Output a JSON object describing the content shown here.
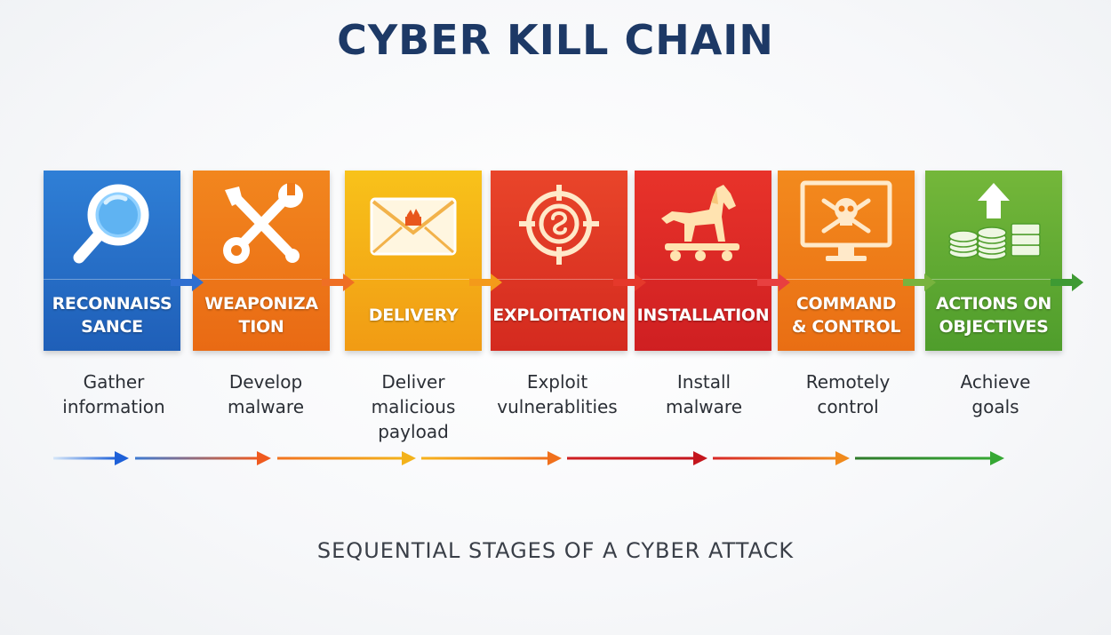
{
  "title": "CYBER KILL CHAIN",
  "subtitle": "SEQUENTIAL STAGES OF A CYBER ATTACK",
  "stages": [
    {
      "label": "RECONNAISS\nSANCE",
      "description": "Gather\ninformation",
      "icon": "magnifier-icon",
      "color_top": "#2f7fd6",
      "color_bottom": "#1f5fb8"
    },
    {
      "label": "WEAPONIZA\nTION",
      "description": "Develop\nmalware",
      "icon": "tools-icon",
      "color_top": "#f2861e",
      "color_bottom": "#e96a14"
    },
    {
      "label": "DELIVERY",
      "description": "Deliver\nmalicious\npayload",
      "icon": "envelope-icon",
      "color_top": "#f8c21a",
      "color_bottom": "#f19b14"
    },
    {
      "label": "EXPLOITATION",
      "description": "Exploit\nvulnerablities",
      "icon": "target-icon",
      "color_top": "#e9452a",
      "color_bottom": "#d42a1f"
    },
    {
      "label": "INSTALLATION",
      "description": "Install\nmalware",
      "icon": "trojan-horse-icon",
      "color_top": "#e8332a",
      "color_bottom": "#cf1f22"
    },
    {
      "label": "COMMAND\n& CONTROL",
      "description": "Remotely\ncontrol",
      "icon": "skull-monitor-icon",
      "color_top": "#f38a1d",
      "color_bottom": "#e96e14"
    },
    {
      "label": "ACTIONS ON\nOBJECTIVES",
      "description": "Achieve\ngoals",
      "icon": "money-arrow-icon",
      "color_top": "#74b73a",
      "color_bottom": "#4f9d2c"
    }
  ],
  "connector_colors": [
    "#2f6fd1",
    "#ef6f24",
    "#f49a1a",
    "#e5392b",
    "#e84040",
    "#78b33e",
    "#3e9a33"
  ],
  "flow_colors": [
    [
      "#d5e6f8",
      "#1e60d8"
    ],
    [
      "#3d7ad2",
      "#ef5a1f"
    ],
    [
      "#f2731f",
      "#f3b21b"
    ],
    [
      "#f6b21c",
      "#f0701c"
    ],
    [
      "#cf1f22",
      "#c4151d"
    ],
    [
      "#d82727",
      "#f08a1d"
    ],
    [
      "#2e7a2a",
      "#36a834"
    ]
  ]
}
